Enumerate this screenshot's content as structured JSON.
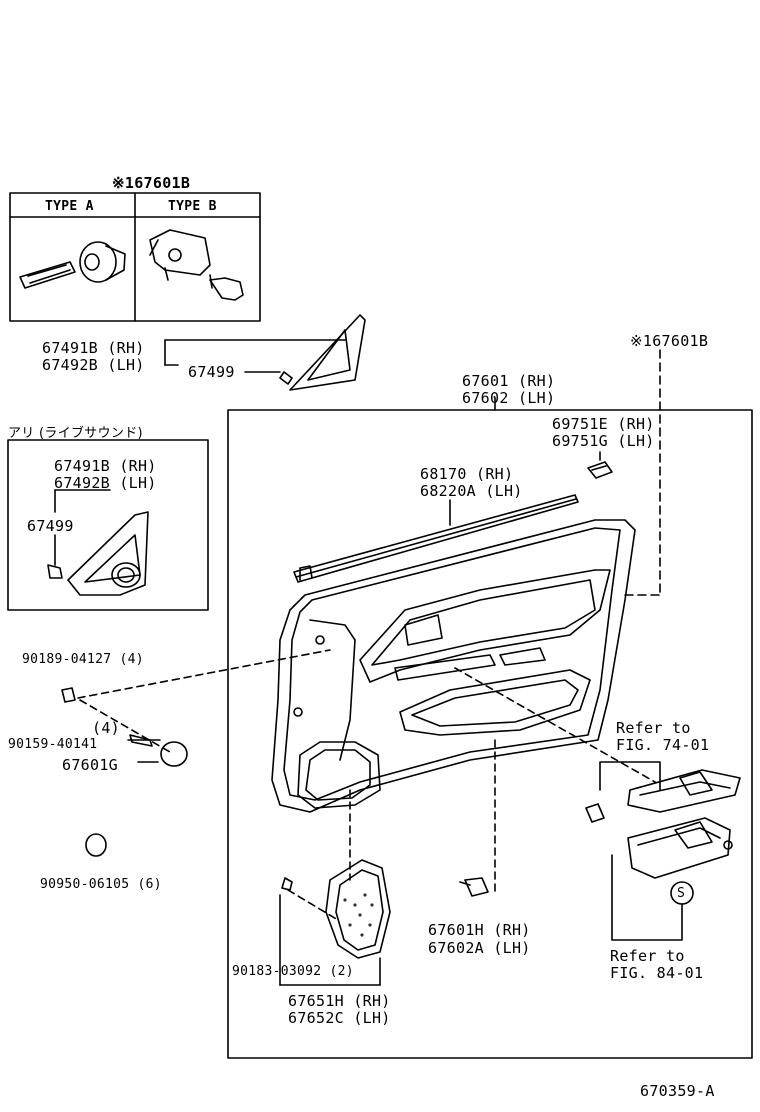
{
  "diagram": {
    "figure_id": "670359-A",
    "kit": {
      "title": "※167601B",
      "type_a": "TYPE A",
      "type_b": "TYPE B"
    },
    "labels": {
      "mirror_cover_rh": "67491B (RH)",
      "mirror_cover_lh": "67492B (LH)",
      "screw_67499": "67499",
      "panel_ref": "※167601B",
      "panel_rh": "67601 (RH)",
      "panel_lh": "67602 (LH)",
      "live_sound": "アリ (ライブサウンド)",
      "inset_rh": "67491B (RH)",
      "inset_lh": "67492B (LH)",
      "inset_screw": "67499",
      "clip_rh": "69751E (RH)",
      "clip_lh": "69751G (LH)",
      "weatherstrip_rh": "68170   (RH)",
      "weatherstrip_lh": "68220A (LH)",
      "bolt_a": "90189-04127 (4)",
      "qty_4": "(4)",
      "screw_b": "90159-40141",
      "cap_g": "67601G",
      "plug": "90950-06105 (6)",
      "refer_top_1": "Refer to",
      "refer_top_2": "FIG. 74-01",
      "clip_h_rh": "67601H (RH)",
      "clip_h_lh": "67602A (LH)",
      "refer_bot_1": "Refer to",
      "refer_bot_2": "FIG. 84-01",
      "s_mark": "S",
      "nut": "90183-03092 (2)",
      "speaker_rh": "67651H (RH)",
      "speaker_lh": "67652C (LH)"
    }
  }
}
